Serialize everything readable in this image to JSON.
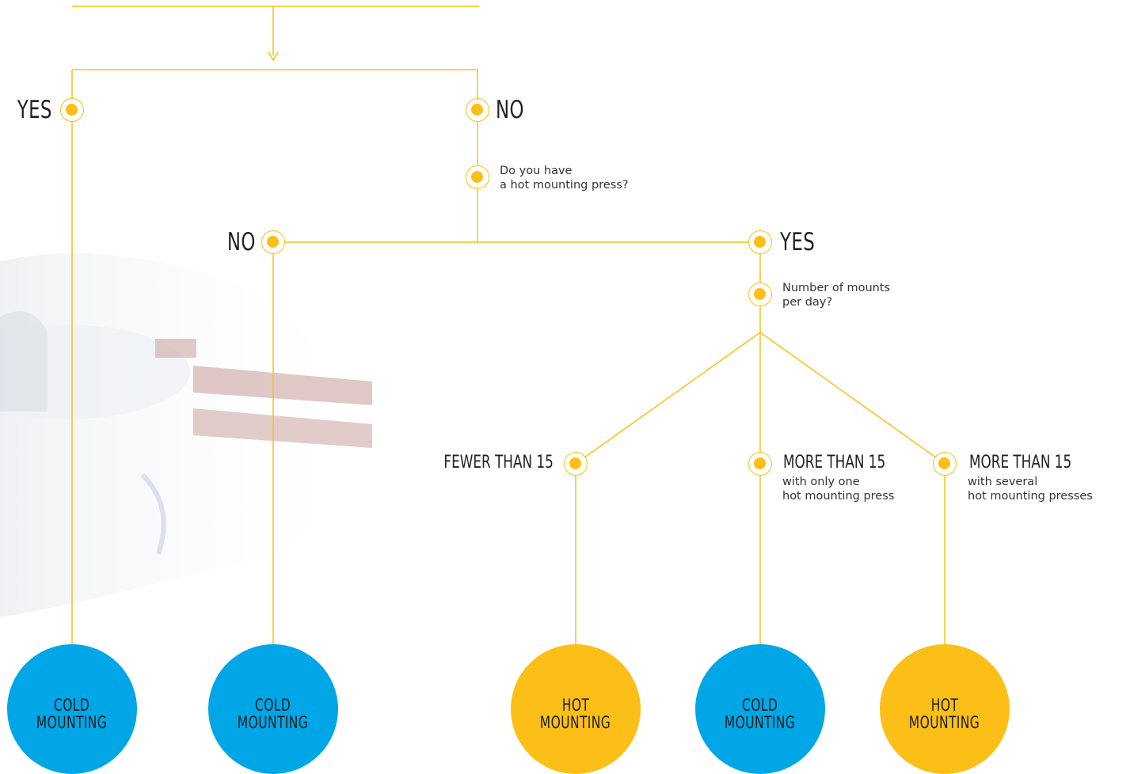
{
  "colors": {
    "line": "#fbbf17",
    "cold": "#00a6e6",
    "hot": "#fbbf17",
    "text": "#222222"
  },
  "branches": {
    "top_yes": "YES",
    "top_no": "NO",
    "q_press": [
      "Do you have",
      "a hot mounting press?"
    ],
    "press_no": "NO",
    "press_yes": "YES",
    "q_mounts": [
      "Number of mounts",
      "per day?"
    ],
    "fewer": "FEWER THAN 15",
    "more_one": {
      "title": "MORE THAN 15",
      "sub": [
        "with only one",
        "hot mounting press"
      ]
    },
    "more_several": {
      "title": "MORE THAN 15",
      "sub": [
        "with several",
        "hot mounting presses"
      ]
    }
  },
  "results": [
    {
      "line1": "COLD",
      "line2": "MOUNTING",
      "kind": "cold"
    },
    {
      "line1": "COLD",
      "line2": "MOUNTING",
      "kind": "cold"
    },
    {
      "line1": "HOT",
      "line2": "MOUNTING",
      "kind": "hot"
    },
    {
      "line1": "COLD",
      "line2": "MOUNTING",
      "kind": "cold"
    },
    {
      "line1": "HOT",
      "line2": "MOUNTING",
      "kind": "hot"
    }
  ]
}
